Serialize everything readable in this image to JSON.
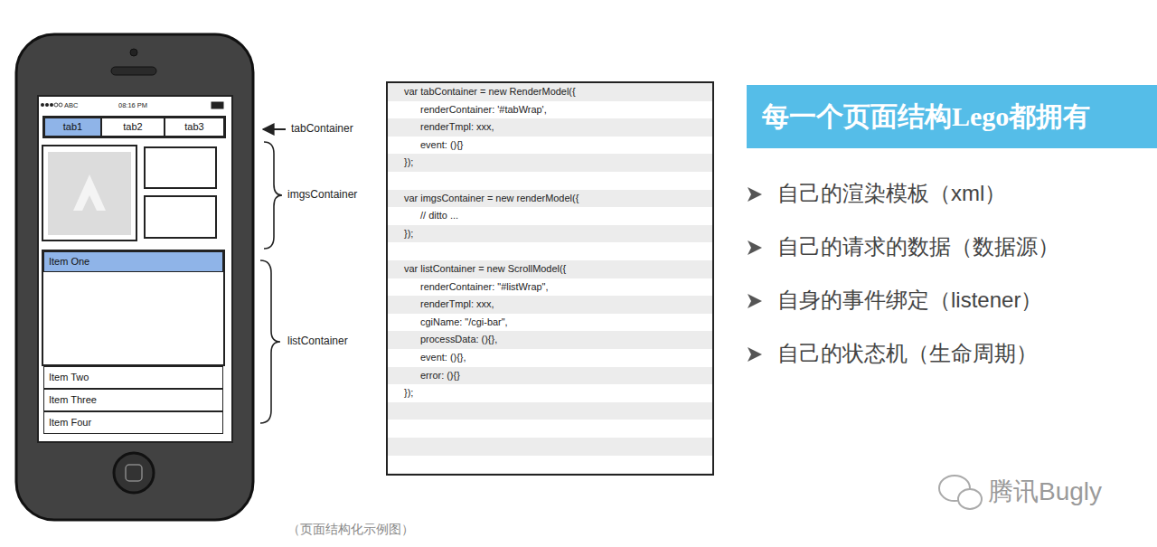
{
  "diagram": {
    "caption": "（页面结构化示例图）",
    "nodes": [
      {
        "text": [
          "tab1"
        ]
      },
      {
        "text": [
          "tab2"
        ]
      },
      {
        "text": [
          "tab3"
        ]
      },
      {
        "text": [
          "Item One"
        ]
      },
      {
        "text": [
          "Item Two"
        ]
      },
      {
        "text": [
          "Item Three"
        ]
      },
      {
        "text": [
          "Item Four"
        ]
      },
      {
        "text": [
          "var tabContainer = new RenderModel({",
          "renderContainer: '#tabWrap',",
          "renderTmpl: xxx,",
          "event: (){}",
          "});",
          "var imgsContainer = new renderModel({",
          "// ditto ...",
          "});",
          "var listContainer = new ScrollModel({",
          "renderContainer: \"#listWrap\",",
          "renderTmpl: xxx,",
          "cgiName: \"/cgi-bar\",",
          "processData: (){},",
          "event: (){},",
          "error:  (){}",
          "});"
        ]
      },
      {
        "text": [
          "每一个页面结构Lego都拥有"
        ]
      }
    ],
    "labels": [
      "ABC",
      "08:16 PM",
      "tabContainer",
      "imgsContainer",
      "listContainer",
      "自己的渲染模板（xml）",
      "自己的请求的数据（数据源）",
      "自身的事件绑定（listener）",
      "自己的状态机（生命周期）",
      "腾讯Bugly"
    ]
  }
}
